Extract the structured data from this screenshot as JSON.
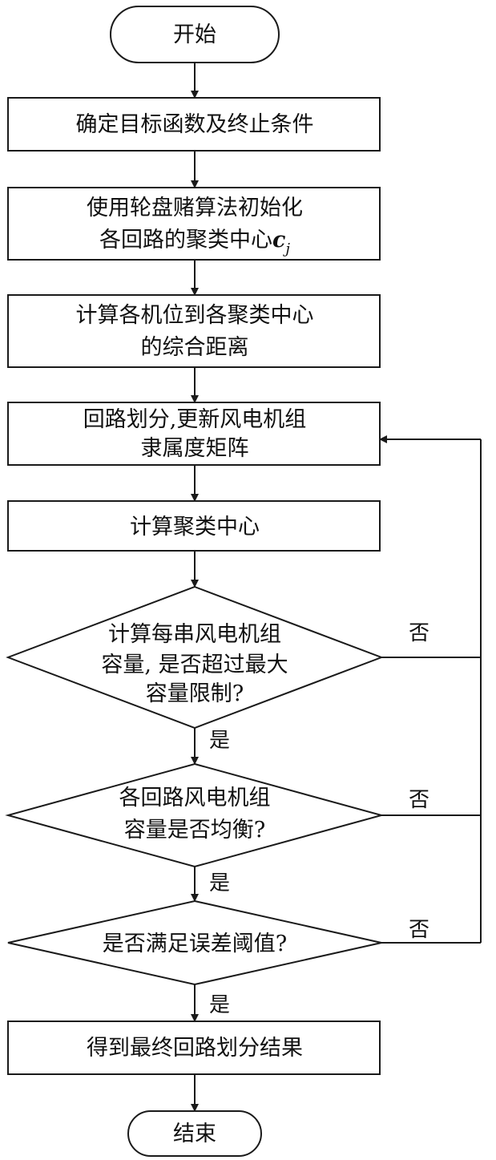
{
  "flowchart": {
    "start": "开始",
    "step1": "确定目标函数及终止条件",
    "step2_line1": "使用轮盘赌算法初始化",
    "step2_line2": "各回路的聚类中心",
    "step2_symbol": "c",
    "step2_subscript": "j",
    "step3_line1": "计算各机位到各聚类中心",
    "step3_line2": "的综合距离",
    "step4_line1": "回路划分,更新风电机组",
    "step4_line2": "隶属度矩阵",
    "step5": "计算聚类中心",
    "decision1_line1": "计算每串风电机组",
    "decision1_line2": "容量, 是否超过最大",
    "decision1_line3": "容量限制?",
    "decision2_line1": "各回路风电机组",
    "decision2_line2": "容量是否均衡?",
    "decision3": "是否满足误差阈值?",
    "step6": "得到最终回路划分结果",
    "end": "结束",
    "yes": "是",
    "no": "否"
  }
}
